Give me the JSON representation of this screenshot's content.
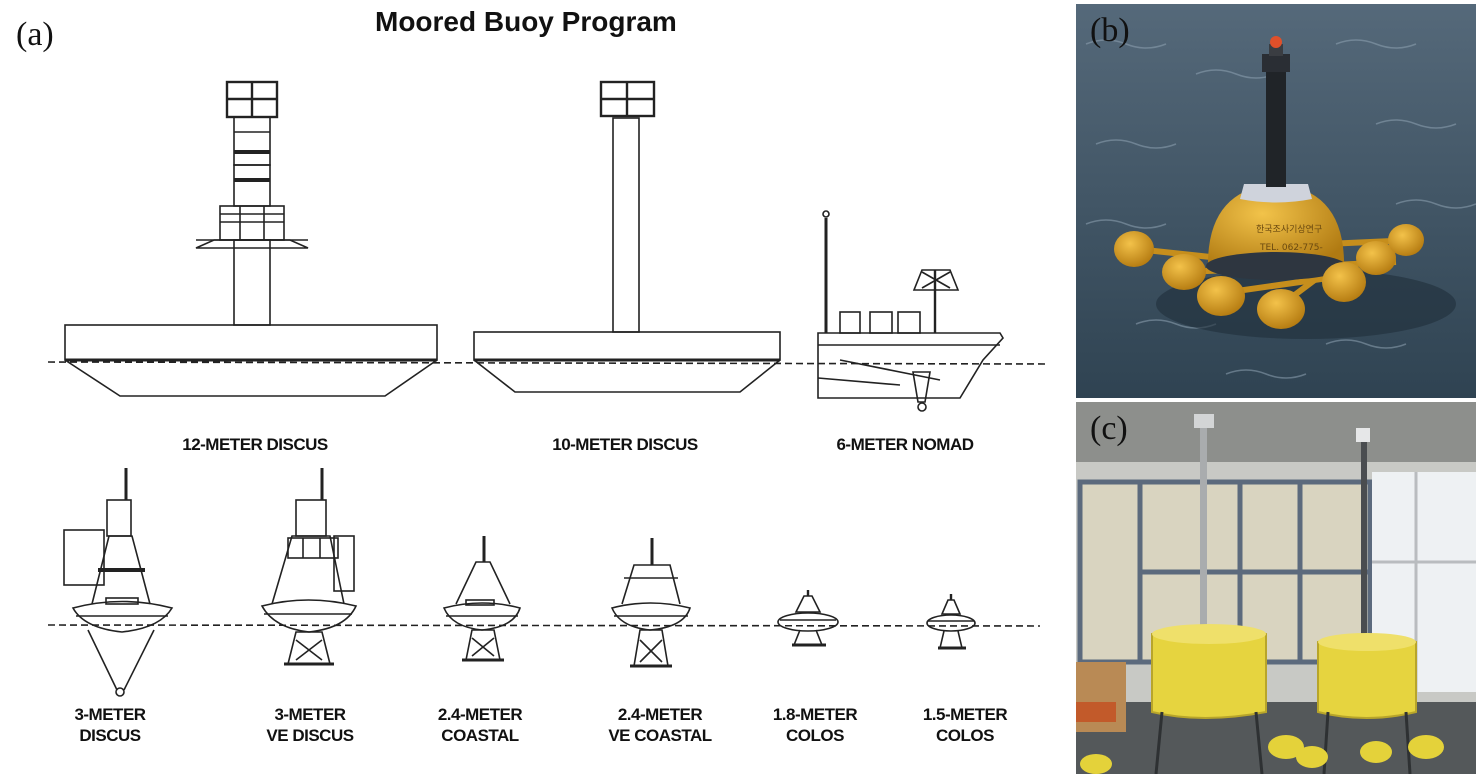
{
  "figure": {
    "title": "Moored Buoy Program",
    "panel_labels": {
      "a": "(a)",
      "b": "(b)",
      "c": "(c)"
    }
  },
  "buoys_top": [
    {
      "name": "12-METER DISCUS"
    },
    {
      "name": "10-METER DISCUS"
    },
    {
      "name": "6-METER NOMAD"
    }
  ],
  "buoys_bottom": [
    {
      "line1": "3-METER",
      "line2": "DISCUS"
    },
    {
      "line1": "3-METER",
      "line2": "VE DISCUS"
    },
    {
      "line1": "2.4-METER",
      "line2": "COASTAL"
    },
    {
      "line1": "2.4-METER",
      "line2": "VE COASTAL"
    },
    {
      "line1": "1.8-METER",
      "line2": "COLOS"
    },
    {
      "line1": "1.5-METER",
      "line2": "COLOS"
    }
  ],
  "photo_b": {
    "hull_text_1": "한국조사기상연구",
    "hull_text_2": "TEL. 062-775-"
  },
  "colors": {
    "sea": "#3f5566",
    "buoy_yellow": "#e0a72a",
    "tank_yellow": "#e8d84a"
  }
}
